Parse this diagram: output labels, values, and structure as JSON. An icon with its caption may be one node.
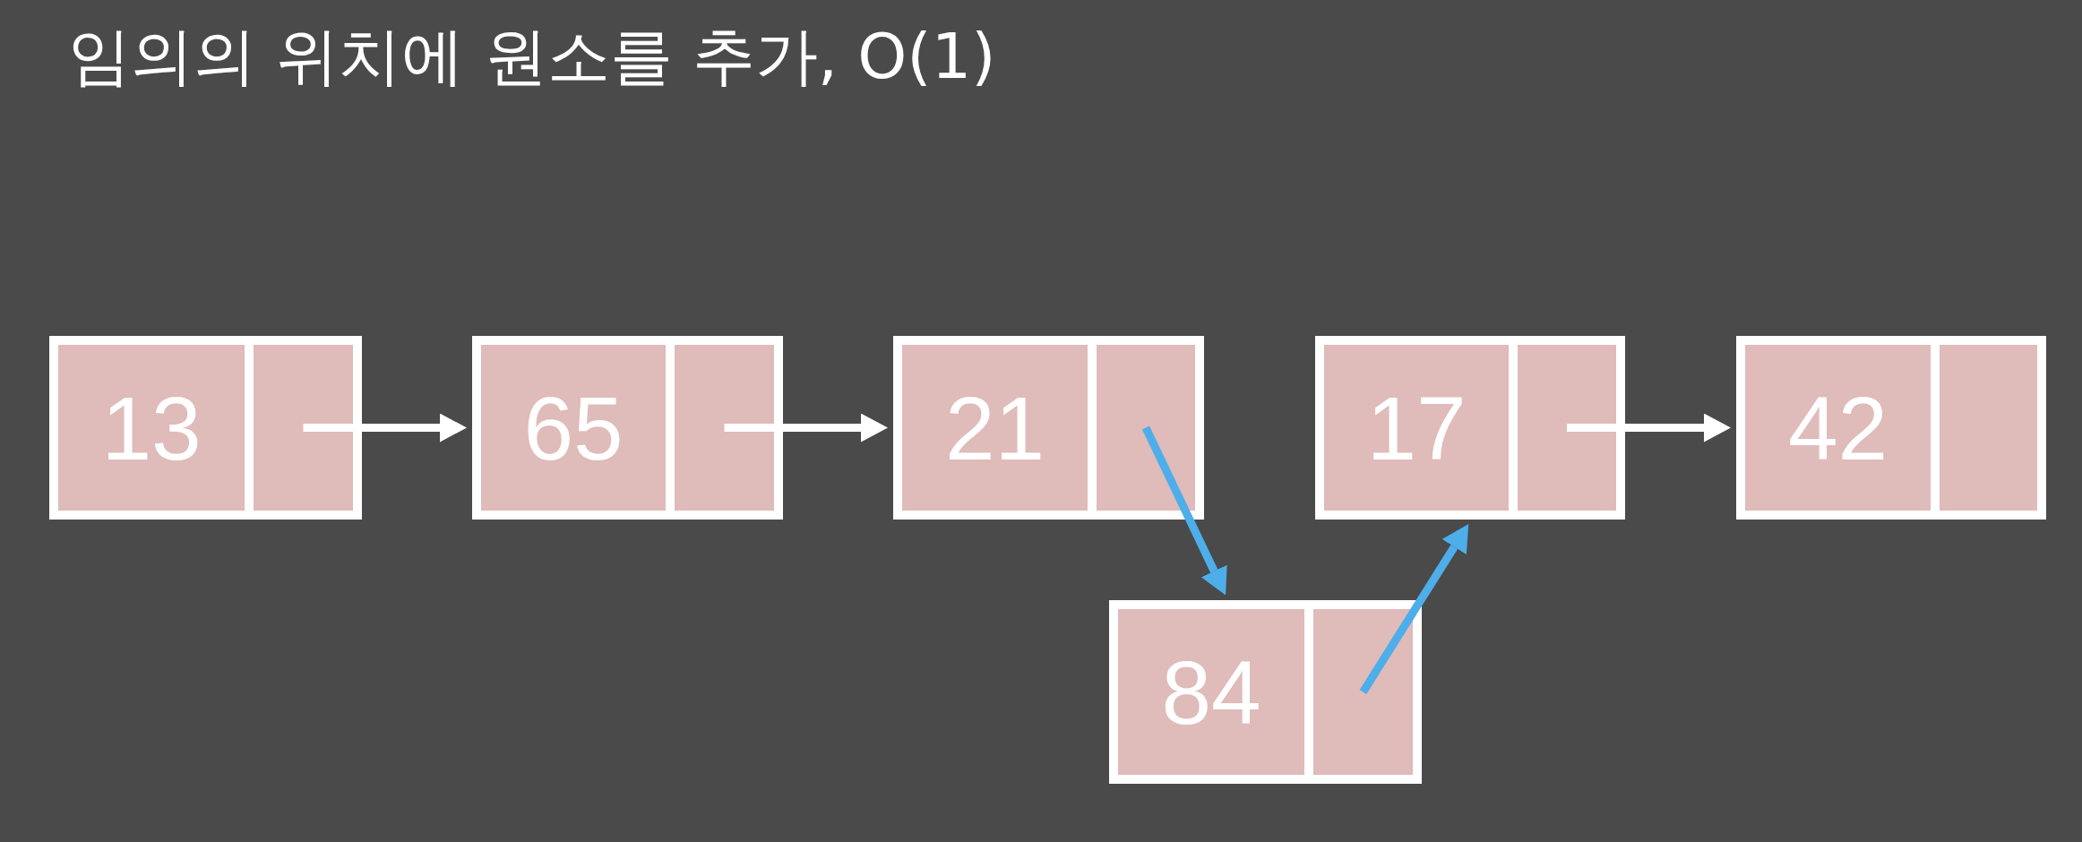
{
  "diagram": {
    "title": "임의의 위치에 원소를 추가, O(1)",
    "nodes": [
      {
        "text": [
          "13"
        ]
      },
      {
        "text": [],
        "shape": "box"
      },
      {
        "text": [
          "65"
        ]
      },
      {
        "text": [],
        "shape": "box"
      },
      {
        "text": [
          "21"
        ]
      },
      {
        "text": [],
        "shape": "box"
      },
      {
        "text": [
          "17"
        ]
      },
      {
        "text": [],
        "shape": "box"
      },
      {
        "text": [
          "42"
        ]
      },
      {
        "text": [],
        "shape": "box"
      },
      {
        "text": [
          "84"
        ]
      },
      {
        "text": [],
        "shape": "box"
      }
    ],
    "edges": [
      {
        "from": 1,
        "to": 2,
        "arrow": "to"
      },
      {
        "from": 3,
        "to": 4,
        "arrow": "to"
      },
      {
        "from": 5,
        "to": 10,
        "arrow": "to",
        "color": "#4daeea"
      },
      {
        "from": 11,
        "to": 6,
        "arrow": "to",
        "color": "#4daeea"
      },
      {
        "from": 7,
        "to": 8,
        "arrow": "to"
      }
    ]
  }
}
